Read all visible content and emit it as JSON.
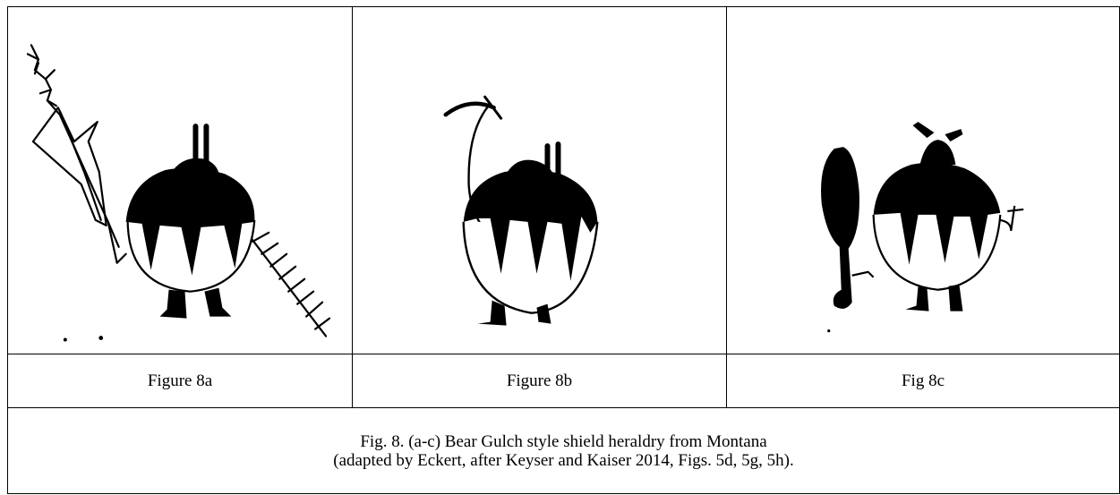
{
  "figures": [
    {
      "label": "Figure 8a",
      "drawing": "shield-bearer-with-spear-and-fringed-staff"
    },
    {
      "label": "Figure 8b",
      "drawing": "shield-bearer-with-hooked-staff"
    },
    {
      "label": "Fig 8c",
      "drawing": "shield-bearer-with-club-and-cross"
    }
  ],
  "caption": {
    "line1": "Fig. 8. (a-c) Bear Gulch style shield heraldry from Montana",
    "line2": "(adapted by Eckert, after Keyser and Kaiser 2014, Figs. 5d, 5g, 5h)."
  },
  "colors": {
    "ink": "#000000",
    "paper": "#ffffff",
    "border": "#000000"
  }
}
